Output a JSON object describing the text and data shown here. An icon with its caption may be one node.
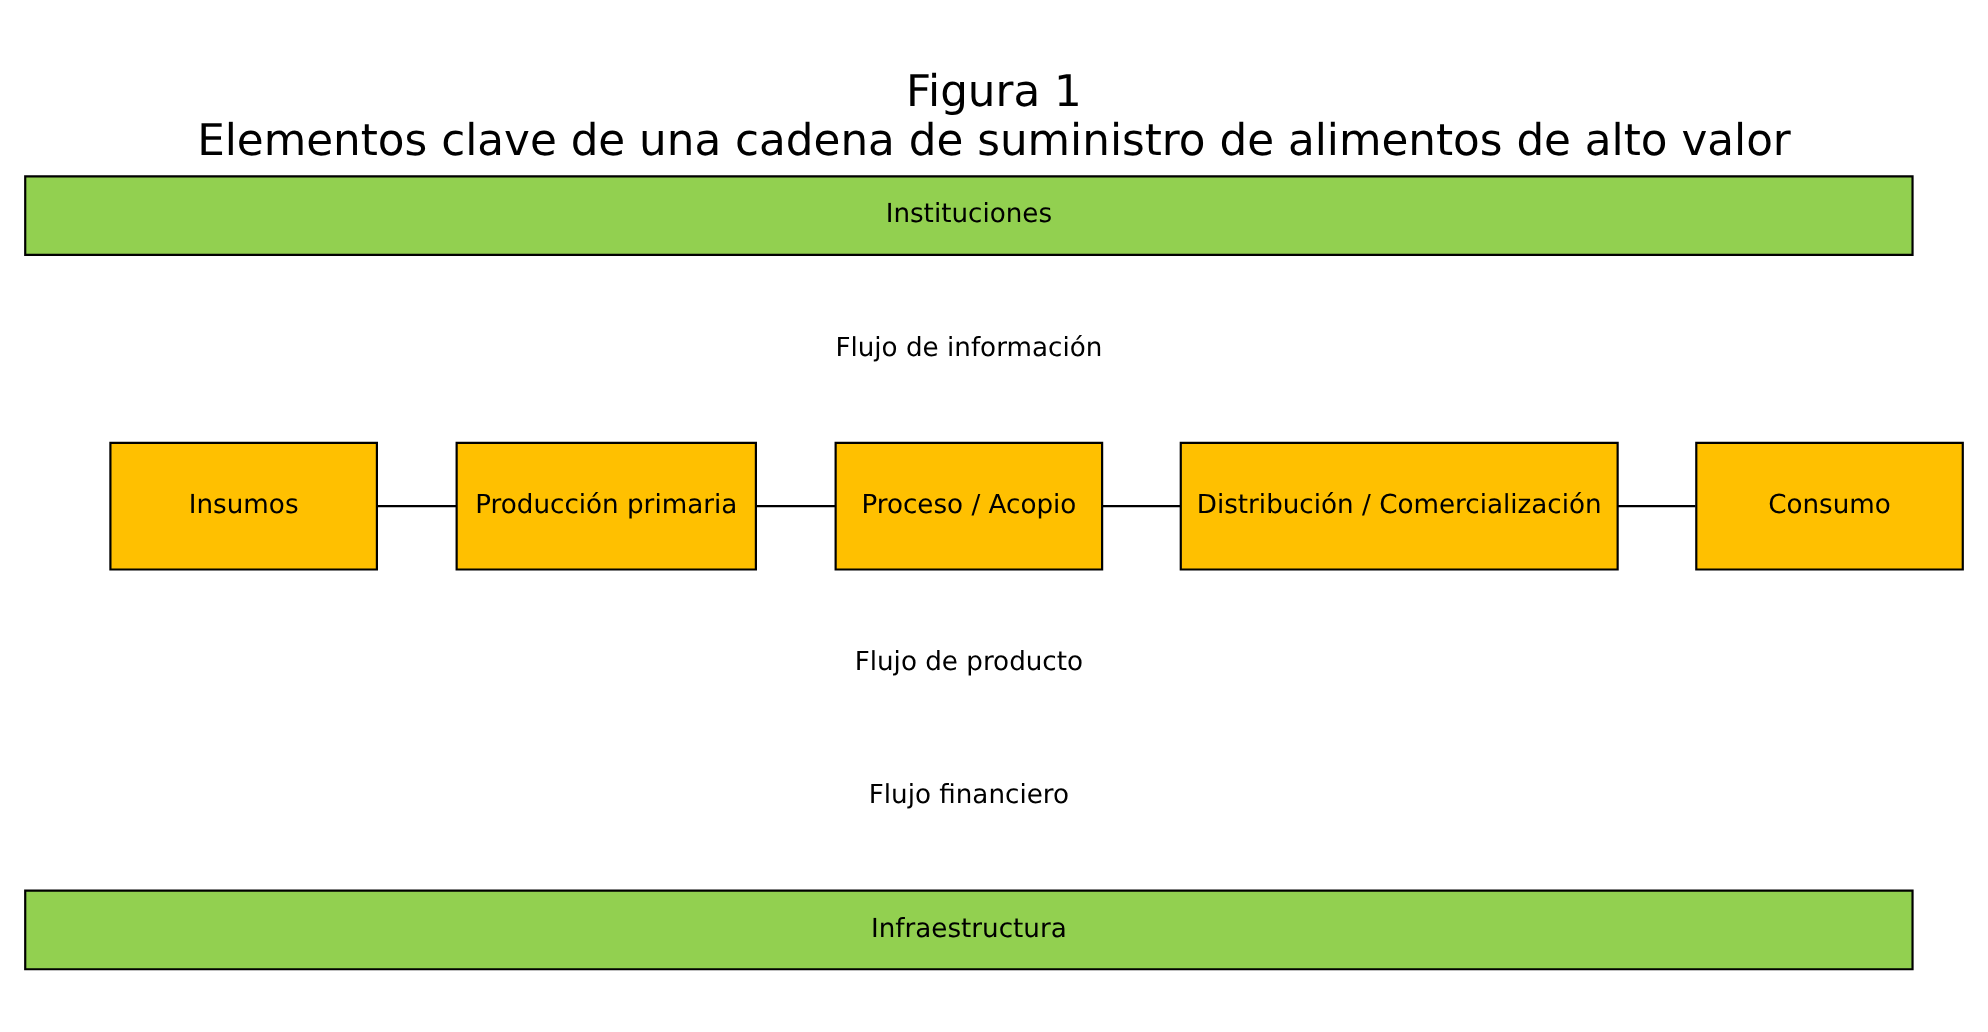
{
  "diagram": {
    "title": "Figura 1",
    "caption": "Elementos clave de una cadena de suministro de alimentos de alto valor",
    "nodes": [
      {
        "text": [
          "Instituciones"
        ]
      },
      {
        "text": [
          "Insumos"
        ]
      },
      {
        "text": [
          "Producción primaria"
        ]
      },
      {
        "text": [
          "Proceso / Acopio"
        ]
      },
      {
        "text": [
          "Distribución / Comercialización"
        ]
      },
      {
        "text": [
          "Consumo"
        ]
      },
      {
        "text": [
          "Infraestructura"
        ]
      }
    ],
    "edges": [
      {
        "from": 1,
        "to": 2,
        "arrow": "none"
      },
      {
        "from": 2,
        "to": 3,
        "arrow": "none"
      },
      {
        "from": 3,
        "to": 4,
        "arrow": "none"
      },
      {
        "from": 4,
        "to": 5,
        "arrow": "none"
      }
    ],
    "labels": [
      "Flujo de información",
      "Flujo de producto",
      "Flujo financiero"
    ]
  }
}
